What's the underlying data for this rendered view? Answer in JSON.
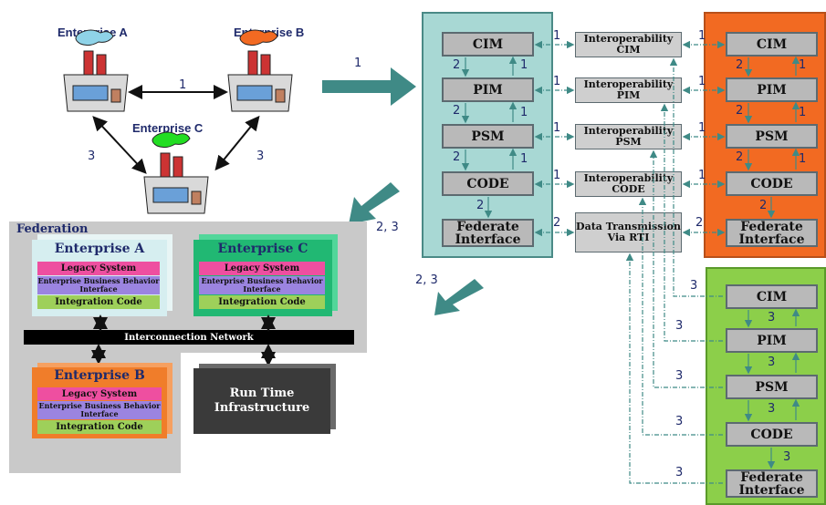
{
  "enterprises_top": {
    "a": "Enterprise A",
    "b": "Enterprise B",
    "c": "Enterprise C",
    "link_ab": "1",
    "link_ac": "3",
    "link_bc": "3"
  },
  "arrow_labels": {
    "to_panel": "1",
    "to_federation": "2, 3",
    "from_panel": "2, 3"
  },
  "federation": {
    "title": "Federation",
    "network": "Interconnection Network",
    "rti": "Run Time Infrastructure",
    "enterprise_a": {
      "title": "Enterprise A",
      "legacy": "Legacy System",
      "business": "Enterprise Business Behavior Interface",
      "integration": "Integration Code"
    },
    "enterprise_c": {
      "title": "Enterprise C",
      "legacy": "Legacy System",
      "business": "Enterprise Business Behavior Interface",
      "integration": "Integration Code"
    },
    "enterprise_b": {
      "title": "Enterprise B",
      "legacy": "Legacy System",
      "business": "Enterprise Business Behavior Interface",
      "integration": "Integration Code"
    }
  },
  "stack": {
    "cim": "CIM",
    "pim": "PIM",
    "psm": "PSM",
    "code": "CODE",
    "federate": "Federate Interface"
  },
  "interop": {
    "cim": "Interoperability CIM",
    "pim": "Interoperability PIM",
    "psm": "Interoperability PSM",
    "code": "Interoperability CODE",
    "rti": "Data Transmission Via RTI"
  },
  "numbers": {
    "one": "1",
    "two": "2",
    "three": "3"
  },
  "colors": {
    "teal_panel": "#a8d8d4",
    "orange_panel": "#f26a22",
    "green_panel": "#8ccf4a",
    "arrow": "#3f8a86"
  }
}
